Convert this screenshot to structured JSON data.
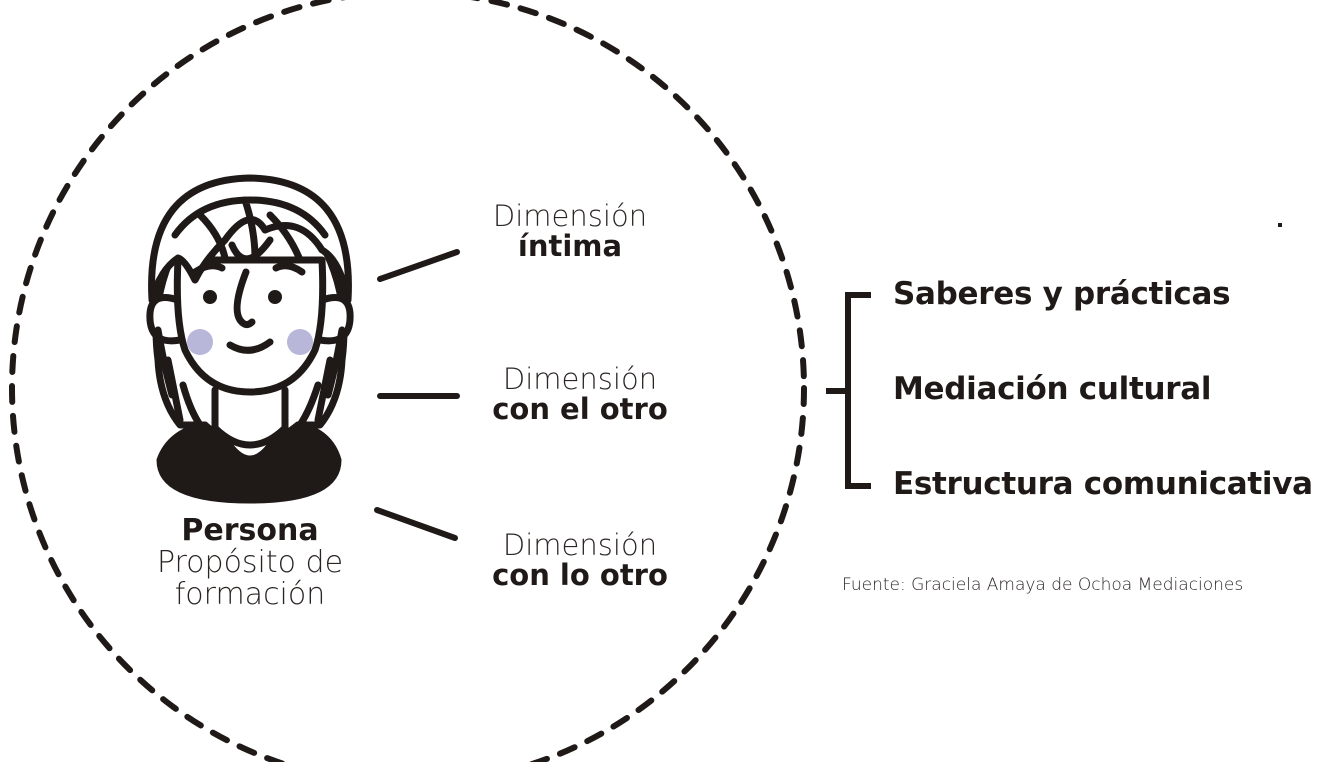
{
  "person": {
    "name": "Persona",
    "subtitle": "Propósito de formación"
  },
  "dimensions": [
    {
      "prefix": "Dimensión",
      "name": "íntima"
    },
    {
      "prefix": "Dimensión",
      "name": "con el otro"
    },
    {
      "prefix": "Dimensión",
      "name": "con lo otro"
    }
  ],
  "components": [
    "Saberes y prácticas",
    "Mediación cultural",
    "Estructura comunicativa"
  ],
  "source": "Fuente: Graciela Amaya de Ochoa Mediaciones",
  "colors": {
    "ink": "#1f1a17",
    "cheek": "#b8b6d9"
  }
}
